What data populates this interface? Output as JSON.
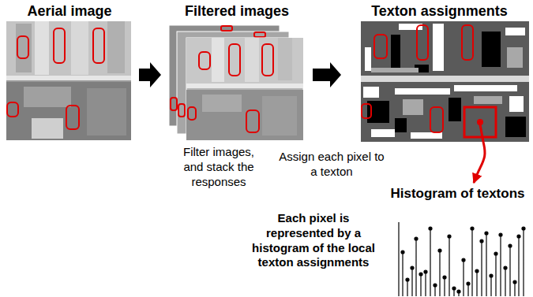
{
  "diagram": {
    "nodes": [
      {
        "text": [
          "Aerial image"
        ]
      },
      {
        "text": [
          "Filtered images"
        ]
      },
      {
        "text": [
          "Texton assignments"
        ]
      },
      {
        "text": [
          "Histogram of textons"
        ]
      }
    ],
    "edges": [
      {
        "from": 0,
        "to": 1,
        "arrow": "to"
      },
      {
        "from": 1,
        "to": 2,
        "arrow": "to"
      },
      {
        "from": 2,
        "to": 3,
        "arrow": "to"
      }
    ],
    "labels": [
      "Filter images, and stack the responses",
      "Assign each pixel to a texton",
      "Each pixel is represented by a histogram of the local texton assignments"
    ]
  }
}
